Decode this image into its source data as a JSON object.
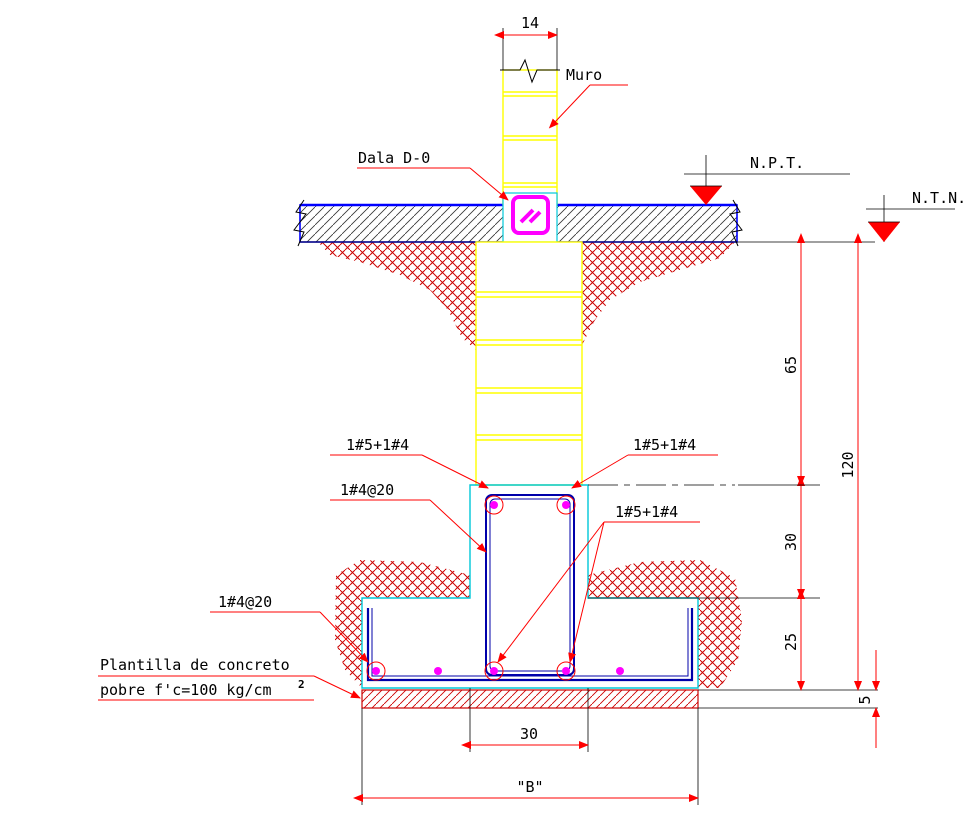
{
  "drawing": {
    "top_width_dim": "14",
    "wall_label": "Muro",
    "tie_beam_label": "Dala D-0",
    "npt_label": "N.P.T.",
    "ntn_label": "N.T.N.",
    "rebar_left_label": "1#5+1#4",
    "rebar_right_label": "1#5+1#4",
    "rebar_center_label": "1#5+1#4",
    "stirrup_label": "1#4@20",
    "footing_bar_label": "1#4@20",
    "lean_concrete_line1": "Plantilla de concreto",
    "lean_concrete_line2": "pobre f'c=100 kg/cm",
    "lean_concrete_sup": "2",
    "dim_65": "65",
    "dim_30_vertical": "30",
    "dim_25": "25",
    "dim_120": "120",
    "dim_5": "5",
    "dim_30_horizontal": "30",
    "dim_b": "\"B\""
  },
  "colors": {
    "slab_outline": "#0000ff",
    "hatch": "#cc0000",
    "block": "#ffff00",
    "cyan": "#00c8d8",
    "stirrup": "#0000aa",
    "rebar": "#ff00ff",
    "leader": "#ff0000"
  }
}
